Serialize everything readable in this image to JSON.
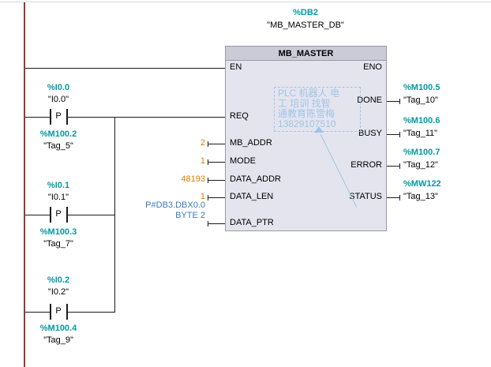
{
  "call_header": {
    "db_address": "%DB2",
    "db_name": "\"MB_MASTER_DB\"",
    "block_title": "MB_MASTER"
  },
  "pins": {
    "en": "EN",
    "eno": "ENO",
    "req": "REQ",
    "mb_addr": "MB_ADDR",
    "mode": "MODE",
    "data_addr": "DATA_ADDR",
    "data_len": "DATA_LEN",
    "data_ptr": "DATA_PTR",
    "done": "DONE",
    "busy": "BUSY",
    "error": "ERROR",
    "status": "STATUS"
  },
  "input_values": {
    "mb_addr": "2",
    "mode": "1",
    "data_addr": "48193",
    "data_len": "1",
    "data_ptr_line1": "P#DB3.DBX0.0",
    "data_ptr_line2": "BYTE 2"
  },
  "output_operands": {
    "done": {
      "address": "%M100.5",
      "tag": "\"Tag_10\""
    },
    "busy": {
      "address": "%M100.6",
      "tag": "\"Tag_11\""
    },
    "error": {
      "address": "%M100.7",
      "tag": "\"Tag_12\""
    },
    "status": {
      "address": "%MW122",
      "tag": "\"Tag_13\""
    }
  },
  "contacts": [
    {
      "address": "%I0.0",
      "tag": "\"I0.0\"",
      "edge_type": "P",
      "edge_mem_address": "%M100.2",
      "edge_mem_tag": "\"Tag_5\""
    },
    {
      "address": "%I0.1",
      "tag": "\"I0.1\"",
      "edge_type": "P",
      "edge_mem_address": "%M100.3",
      "edge_mem_tag": "\"Tag_7\""
    },
    {
      "address": "%I0.2",
      "tag": "\"I0.2\"",
      "edge_type": "P",
      "edge_mem_address": "%M100.4",
      "edge_mem_tag": "\"Tag_9\""
    }
  ],
  "watermark": {
    "line1": "PLC 机器人 电",
    "line2": "工 培训 找智",
    "line3": "通教育陈雪梅",
    "line4": "13829107510"
  },
  "colors": {
    "operand": "#009ba4",
    "constant": "#e67e00",
    "pointer": "#3a7abd",
    "watermark": "#9fc5e8"
  }
}
